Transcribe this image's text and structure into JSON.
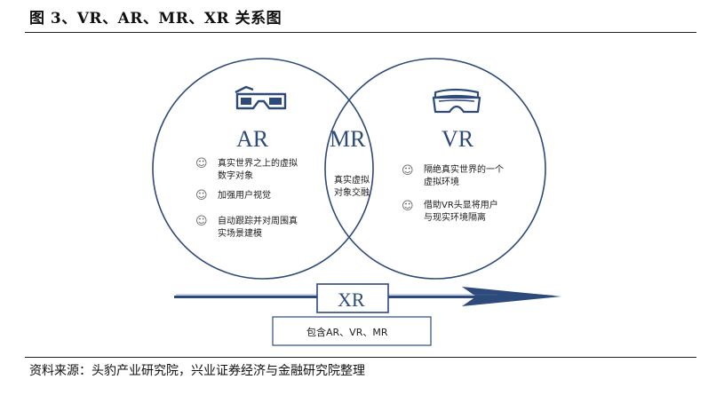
{
  "figure_title": "图 3、VR、AR、MR、XR 关系图",
  "ar": {
    "label": "AR",
    "bullets": [
      "真实世界之上的虚拟",
      "数字对象",
      "加强用户视觉",
      "自动跟踪并对周围真",
      "实场景建模"
    ]
  },
  "mr": {
    "label": "MR",
    "lines": [
      "真实虚拟",
      "对象交融"
    ]
  },
  "vr": {
    "label": "VR",
    "bullets": [
      "隔绝真实世界的一个",
      "虚拟环境",
      "借助VR头显将用户",
      "与现实环境隔离"
    ]
  },
  "xr": {
    "label": "XR",
    "includes": "包含AR、VR、MR"
  },
  "icons": {
    "ar_icon": "3d-glasses-icon",
    "vr_icon": "vr-headset-icon",
    "bullet_icon": "smiley-icon"
  },
  "source": "资料来源：头豹产业研究院，兴业证券经济与金融研究院整理"
}
